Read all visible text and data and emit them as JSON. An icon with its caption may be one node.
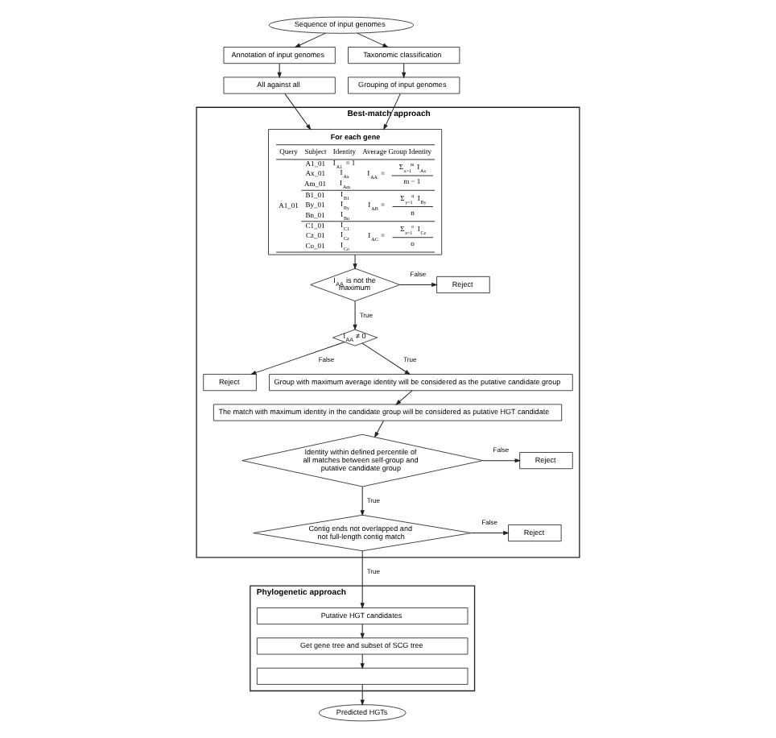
{
  "diagram": {
    "nodes": [
      {
        "text": [
          "Annotation of input genomes"
        ]
      },
      {
        "text": [
          "Sequence of input genomes"
        ]
      },
      {
        "text": [
          "Taxonomic classification"
        ]
      },
      {
        "text": [
          "All against all"
        ]
      },
      {
        "text": [
          "Grouping of input genomes"
        ]
      },
      {
        "text": [
          "Best-match approach"
        ]
      },
      {
        "text": [
          "For each gene",
          "Query",
          "Subject",
          "Identity",
          "Average Group Identity",
          "A1_01",
          "A1_01",
          "Ax_01",
          "Am_01",
          "I$_{A1}$ = 1",
          "I$_{Ax}$",
          "I$_{Am}$",
          "I$_{AA}$ =",
          "Σ$_{x=1}$$^{m}$ I$_{Ax}$",
          "m − 1",
          "B1_01",
          "By_01",
          "Bn_01",
          "I$_{B1}$",
          "I$_{By}$",
          "I$_{Bn}$",
          "I$_{AB}$ =",
          "Σ$_{y=1}$$^{n}$ I$_{By}$",
          "n",
          "C1_01",
          "Cz_01",
          "Co_01",
          "I$_{C1}$",
          "I$_{Cz}$",
          "I$_{Co}$",
          "I$_{AC}$ =",
          "Σ$_{z=1}$$^{o}$ I$_{Cz}$",
          "o"
        ],
        "in": 5
      },
      {
        "text": [
          "I$_{AA}$ is not the maximum"
        ],
        "in": 5
      },
      {
        "text": [
          "Reject"
        ],
        "in": 5
      },
      {
        "text": [
          "I$_{AA}$ ≠ 0"
        ],
        "in": 5
      },
      {
        "text": [
          "Reject"
        ],
        "in": 5
      },
      {
        "text": [
          "Group with maximum average identity will be considered as the putative candidate group"
        ],
        "in": 5
      },
      {
        "text": [
          "The match with maximum identity in the candidate group will be considered as putative HGT candidate"
        ],
        "in": 5
      },
      {
        "text": [
          "Identity within defined percentile of all matches between self-group and putative candidate group"
        ],
        "in": 5
      },
      {
        "text": [
          "Reject"
        ],
        "in": 5
      },
      {
        "text": [
          "Contig ends not overlapped and not full-length contig match"
        ],
        "in": 5
      },
      {
        "text": [
          "Reject"
        ],
        "in": 5
      },
      {
        "text": [
          "Phylogenetic approach"
        ]
      },
      {
        "text": [
          "Putative HGT candidates"
        ],
        "in": 17
      },
      {
        "text": [
          "Get gene tree and subset of SCG tree"
        ],
        "in": 17
      },
      {
        "text": [],
        "shape": "box",
        "in": 17
      },
      {
        "text": [
          "Predicted HGTs"
        ]
      }
    ],
    "edges": [
      {
        "from": 1,
        "to": 0,
        "arrow": "to"
      },
      {
        "from": 1,
        "to": 2,
        "arrow": "to"
      },
      {
        "from": 0,
        "to": 3,
        "arrow": "to"
      },
      {
        "from": 2,
        "to": 4,
        "arrow": "to"
      },
      {
        "from": 3,
        "to": 6,
        "arrow": "to"
      },
      {
        "from": 4,
        "to": 6,
        "arrow": "to"
      },
      {
        "from": 6,
        "to": 7,
        "arrow": "to"
      },
      {
        "from": 7,
        "to": 8,
        "arrow": "to",
        "label": "False"
      },
      {
        "from": 7,
        "to": 9,
        "arrow": "to",
        "label": "True"
      },
      {
        "from": 9,
        "to": 10,
        "arrow": "to",
        "label": "False"
      },
      {
        "from": 9,
        "to": 11,
        "arrow": "to",
        "label": "True"
      },
      {
        "from": 11,
        "to": 12,
        "arrow": "to"
      },
      {
        "from": 12,
        "to": 13,
        "arrow": "to"
      },
      {
        "from": 13,
        "to": 14,
        "arrow": "to",
        "label": "False"
      },
      {
        "from": 13,
        "to": 15,
        "arrow": "to",
        "label": "True"
      },
      {
        "from": 15,
        "to": 16,
        "arrow": "to",
        "label": "False"
      },
      {
        "from": 15,
        "to": 18,
        "arrow": "to",
        "label": "True"
      },
      {
        "from": 18,
        "to": 19,
        "arrow": "to"
      },
      {
        "from": 19,
        "to": 20,
        "arrow": "to"
      },
      {
        "from": 20,
        "to": 21,
        "arrow": "to"
      }
    ]
  }
}
